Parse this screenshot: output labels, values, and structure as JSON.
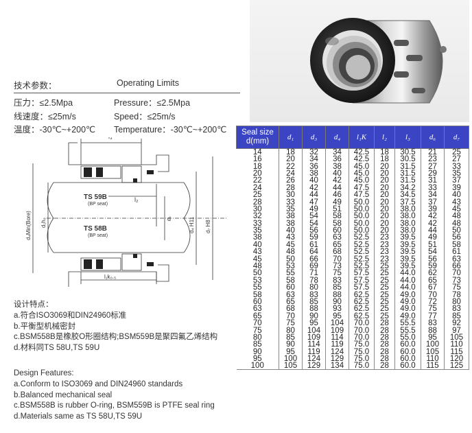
{
  "limits": {
    "title_cn": "技术参数：",
    "title_en": "Operating Limits",
    "rows": [
      {
        "cn": "压力：≤2.5Mpa",
        "en": "Pressure：≤2.5Mpa"
      },
      {
        "cn": "线速度：≤25m/s",
        "en": "Speed：≤25m/s"
      },
      {
        "cn": "温度：-30℃~+200℃",
        "en": "Temperature：-30℃~+200℃"
      }
    ]
  },
  "drawing": {
    "dim_l3": "l₃",
    "dim_l2": "l₂",
    "dim_l1": "l₁k₀.₅",
    "dim_d4": "d₄Min(Bore)",
    "dim_d1": "d₁h₈",
    "dim_d": "d",
    "dim_dh": "d₄ H11",
    "dim_d7": "d₇ H8",
    "seat_top": "TS 59B",
    "seat_top_sub": "(BP seat)",
    "seat_bot": "TS 58B",
    "seat_bot_sub": "(BP seat)"
  },
  "features": {
    "cn_title": "设计特点：",
    "cn_items": [
      "a.符合ISO3069和DIN24960标准",
      "b.平衡型机械密封",
      "c.BSM558B是橡胶O形圈结构;BSM559B是聚四氟乙烯结构",
      "d.材料同TS 58U,TS 59U"
    ],
    "en_title": "Design Features:",
    "en_items": [
      "a.Conform to ISO3069 and DIN24960 standards",
      "b.Balanced mechanical seal",
      "c.BSM558B is rubber O-ring, BSM559B is PTFE seal ring",
      "d.Materials same as TS 58U,TS 59U"
    ]
  },
  "table": {
    "header_first_line1": "Seal size",
    "header_first_line2": "d(mm)",
    "headers": [
      "d₁",
      "d₃",
      "d₄",
      "l₁K",
      "l₂",
      "l₃",
      "d₆",
      "d₇"
    ],
    "header_color": "#3b45c4",
    "rows": [
      [
        "14",
        "18",
        "32",
        "34",
        "42.5",
        "18",
        "30.5",
        "21",
        "25"
      ],
      [
        "16",
        "20",
        "34",
        "36",
        "42.5",
        "18",
        "30.5",
        "23",
        "27"
      ],
      [
        "18",
        "22",
        "36",
        "38",
        "45.0",
        "20",
        "31.5",
        "27",
        "33"
      ],
      [
        "20",
        "24",
        "38",
        "40",
        "45.0",
        "20",
        "31.5",
        "29",
        "35"
      ],
      [
        "22",
        "26",
        "40",
        "42",
        "45.0",
        "20",
        "31.5",
        "31",
        "37"
      ],
      [
        "24",
        "28",
        "42",
        "44",
        "47.5",
        "20",
        "34.2",
        "33",
        "39"
      ],
      [
        "25",
        "30",
        "44",
        "46",
        "47.5",
        "20",
        "34.5",
        "34",
        "40"
      ],
      [
        "28",
        "33",
        "47",
        "49",
        "50.0",
        "20",
        "37.5",
        "37",
        "43"
      ],
      [
        "30",
        "35",
        "49",
        "51",
        "50.0",
        "20",
        "38.0",
        "39",
        "45"
      ],
      [
        "32",
        "38",
        "54",
        "58",
        "50.0",
        "20",
        "38.0",
        "42",
        "48"
      ],
      [
        "33",
        "38",
        "54",
        "58",
        "50.0",
        "20",
        "38.0",
        "42",
        "48"
      ],
      [
        "35",
        "40",
        "56",
        "60",
        "50.0",
        "20",
        "38.0",
        "44",
        "50"
      ],
      [
        "38",
        "43",
        "59",
        "63",
        "52.5",
        "23",
        "39.5",
        "49",
        "56"
      ],
      [
        "40",
        "45",
        "61",
        "65",
        "52.5",
        "23",
        "39.5",
        "51",
        "58"
      ],
      [
        "43",
        "48",
        "64",
        "68",
        "52.5",
        "23",
        "39.5",
        "54",
        "61"
      ],
      [
        "45",
        "50",
        "66",
        "70",
        "52.5",
        "23",
        "39.5",
        "56",
        "63"
      ],
      [
        "48",
        "53",
        "69",
        "73",
        "52.5",
        "25",
        "39.5",
        "59",
        "66"
      ],
      [
        "50",
        "55",
        "71",
        "75",
        "57.5",
        "25",
        "44.0",
        "62",
        "70"
      ],
      [
        "53",
        "58",
        "78",
        "83",
        "57.5",
        "25",
        "44.0",
        "65",
        "73"
      ],
      [
        "55",
        "60",
        "80",
        "85",
        "57.5",
        "25",
        "44.0",
        "67",
        "75"
      ],
      [
        "58",
        "63",
        "83",
        "88",
        "62.5",
        "25",
        "49.0",
        "70",
        "78"
      ],
      [
        "60",
        "65",
        "85",
        "90",
        "62.5",
        "25",
        "49.0",
        "72",
        "80"
      ],
      [
        "63",
        "68",
        "88",
        "93",
        "62.5",
        "25",
        "49.0",
        "75",
        "83"
      ],
      [
        "65",
        "70",
        "90",
        "95",
        "62.5",
        "25",
        "49.0",
        "77",
        "85"
      ],
      [
        "70",
        "75",
        "95",
        "104",
        "70.0",
        "28",
        "55.5",
        "83",
        "92"
      ],
      [
        "75",
        "80",
        "104",
        "109",
        "70.0",
        "28",
        "55.5",
        "88",
        "97"
      ],
      [
        "80",
        "85",
        "109",
        "114",
        "70.0",
        "28",
        "55.0",
        "95",
        "105"
      ],
      [
        "85",
        "90",
        "114",
        "119",
        "75.0",
        "28",
        "60.0",
        "100",
        "110"
      ],
      [
        "90",
        "95",
        "119",
        "124",
        "75.0",
        "28",
        "60.0",
        "105",
        "115"
      ],
      [
        "95",
        "100",
        "124",
        "129",
        "75.0",
        "28",
        "60.0",
        "110",
        "120"
      ],
      [
        "100",
        "105",
        "129",
        "134",
        "75.0",
        "28",
        "60.0",
        "115",
        "125"
      ]
    ]
  }
}
